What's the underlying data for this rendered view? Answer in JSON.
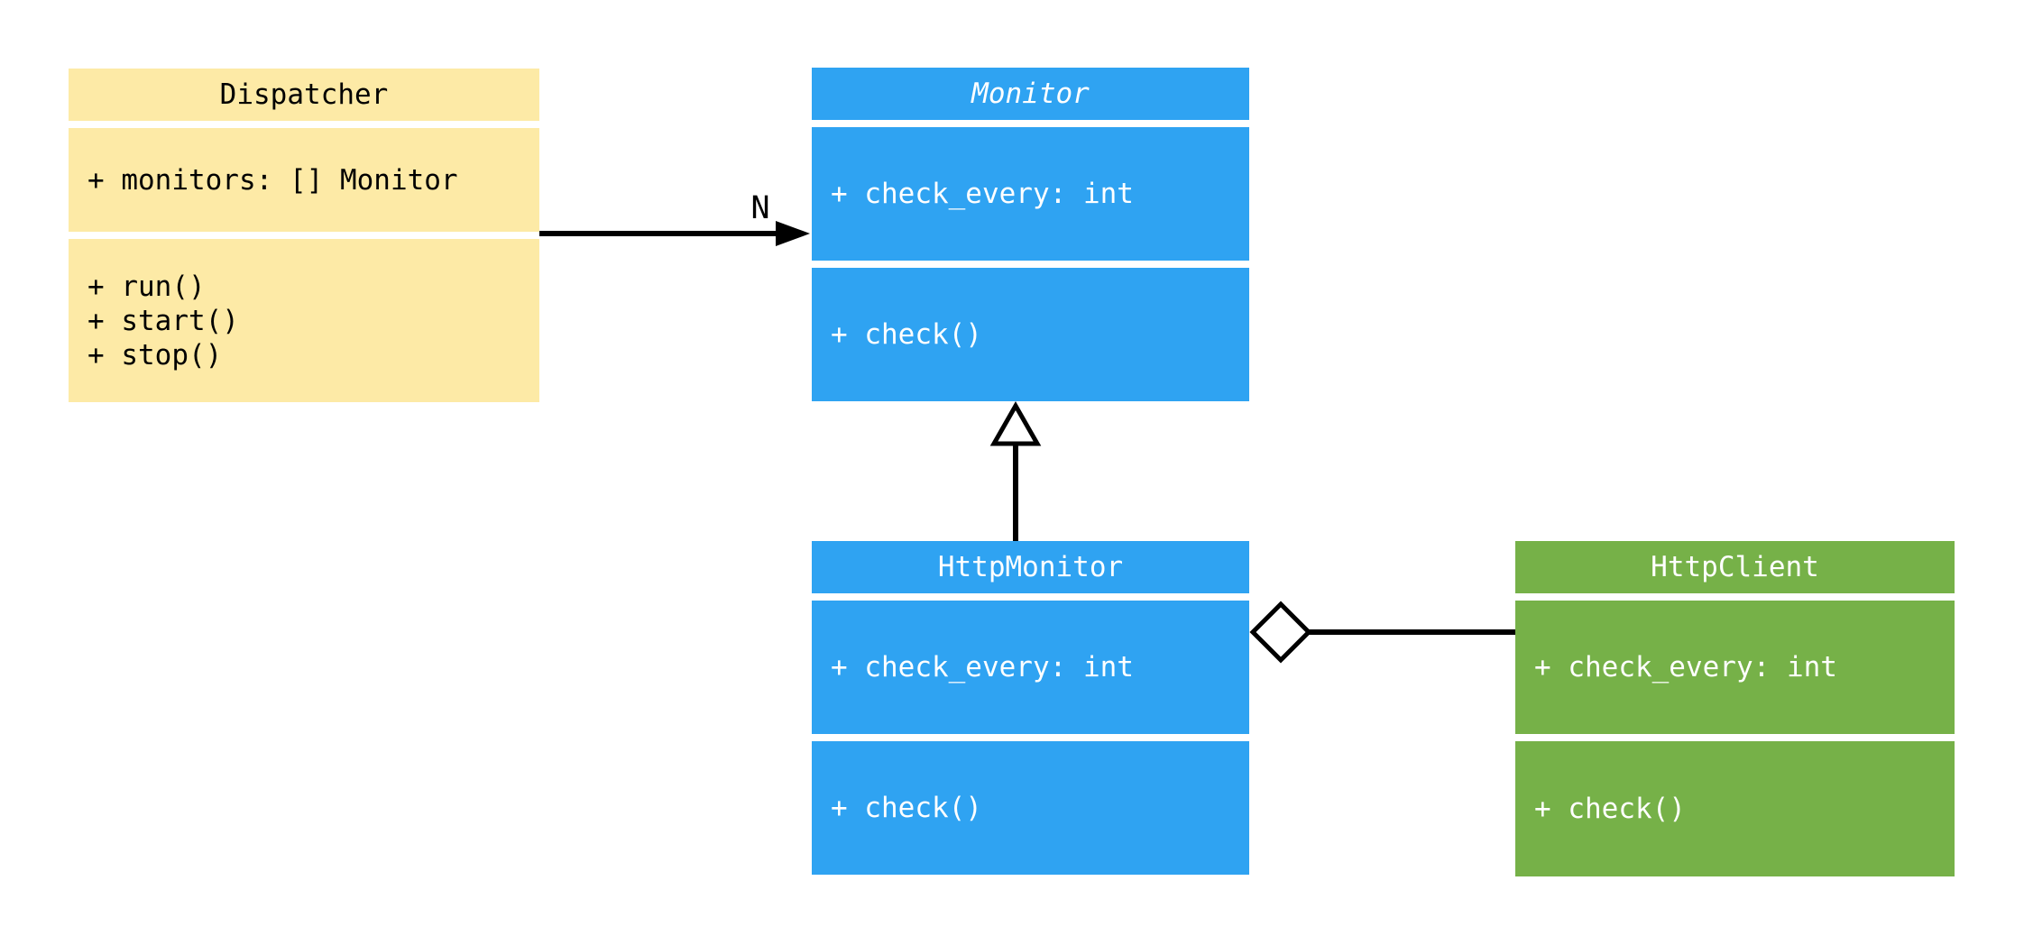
{
  "diagram": {
    "kind": "uml-class-diagram",
    "background_color": "#FFFFFF",
    "line_color": "#000000",
    "classes": [
      {
        "name": "Dispatcher",
        "abstract": false,
        "fill": "#FDEAA6",
        "text_color": "#000000",
        "attributes": [
          "+ monitors: [] Monitor"
        ],
        "methods": [
          "+ run()",
          "+ start()",
          "+ stop()"
        ]
      },
      {
        "name": "Monitor",
        "abstract": true,
        "fill": "#2FA3F2",
        "text_color": "#FFFFFF",
        "attributes": [
          "+ check_every: int"
        ],
        "methods": [
          "+ check()"
        ]
      },
      {
        "name": "HttpMonitor",
        "abstract": false,
        "fill": "#2FA3F2",
        "text_color": "#FFFFFF",
        "attributes": [
          "+ check_every: int"
        ],
        "methods": [
          "+ check()"
        ]
      },
      {
        "name": "HttpClient",
        "abstract": false,
        "fill": "#76B148",
        "text_color": "#FFFFFF",
        "attributes": [
          "+ check_every: int"
        ],
        "methods": [
          "+ check()"
        ]
      }
    ],
    "relationships": [
      {
        "type": "association",
        "from": "Dispatcher",
        "to": "Monitor",
        "label": "N",
        "head": "solid-arrow"
      },
      {
        "type": "inheritance",
        "from": "HttpMonitor",
        "to": "Monitor",
        "label": "",
        "head": "hollow-triangle"
      },
      {
        "type": "aggregation",
        "from": "HttpMonitor",
        "to": "HttpClient",
        "label": "",
        "head": "hollow-diamond"
      }
    ]
  }
}
